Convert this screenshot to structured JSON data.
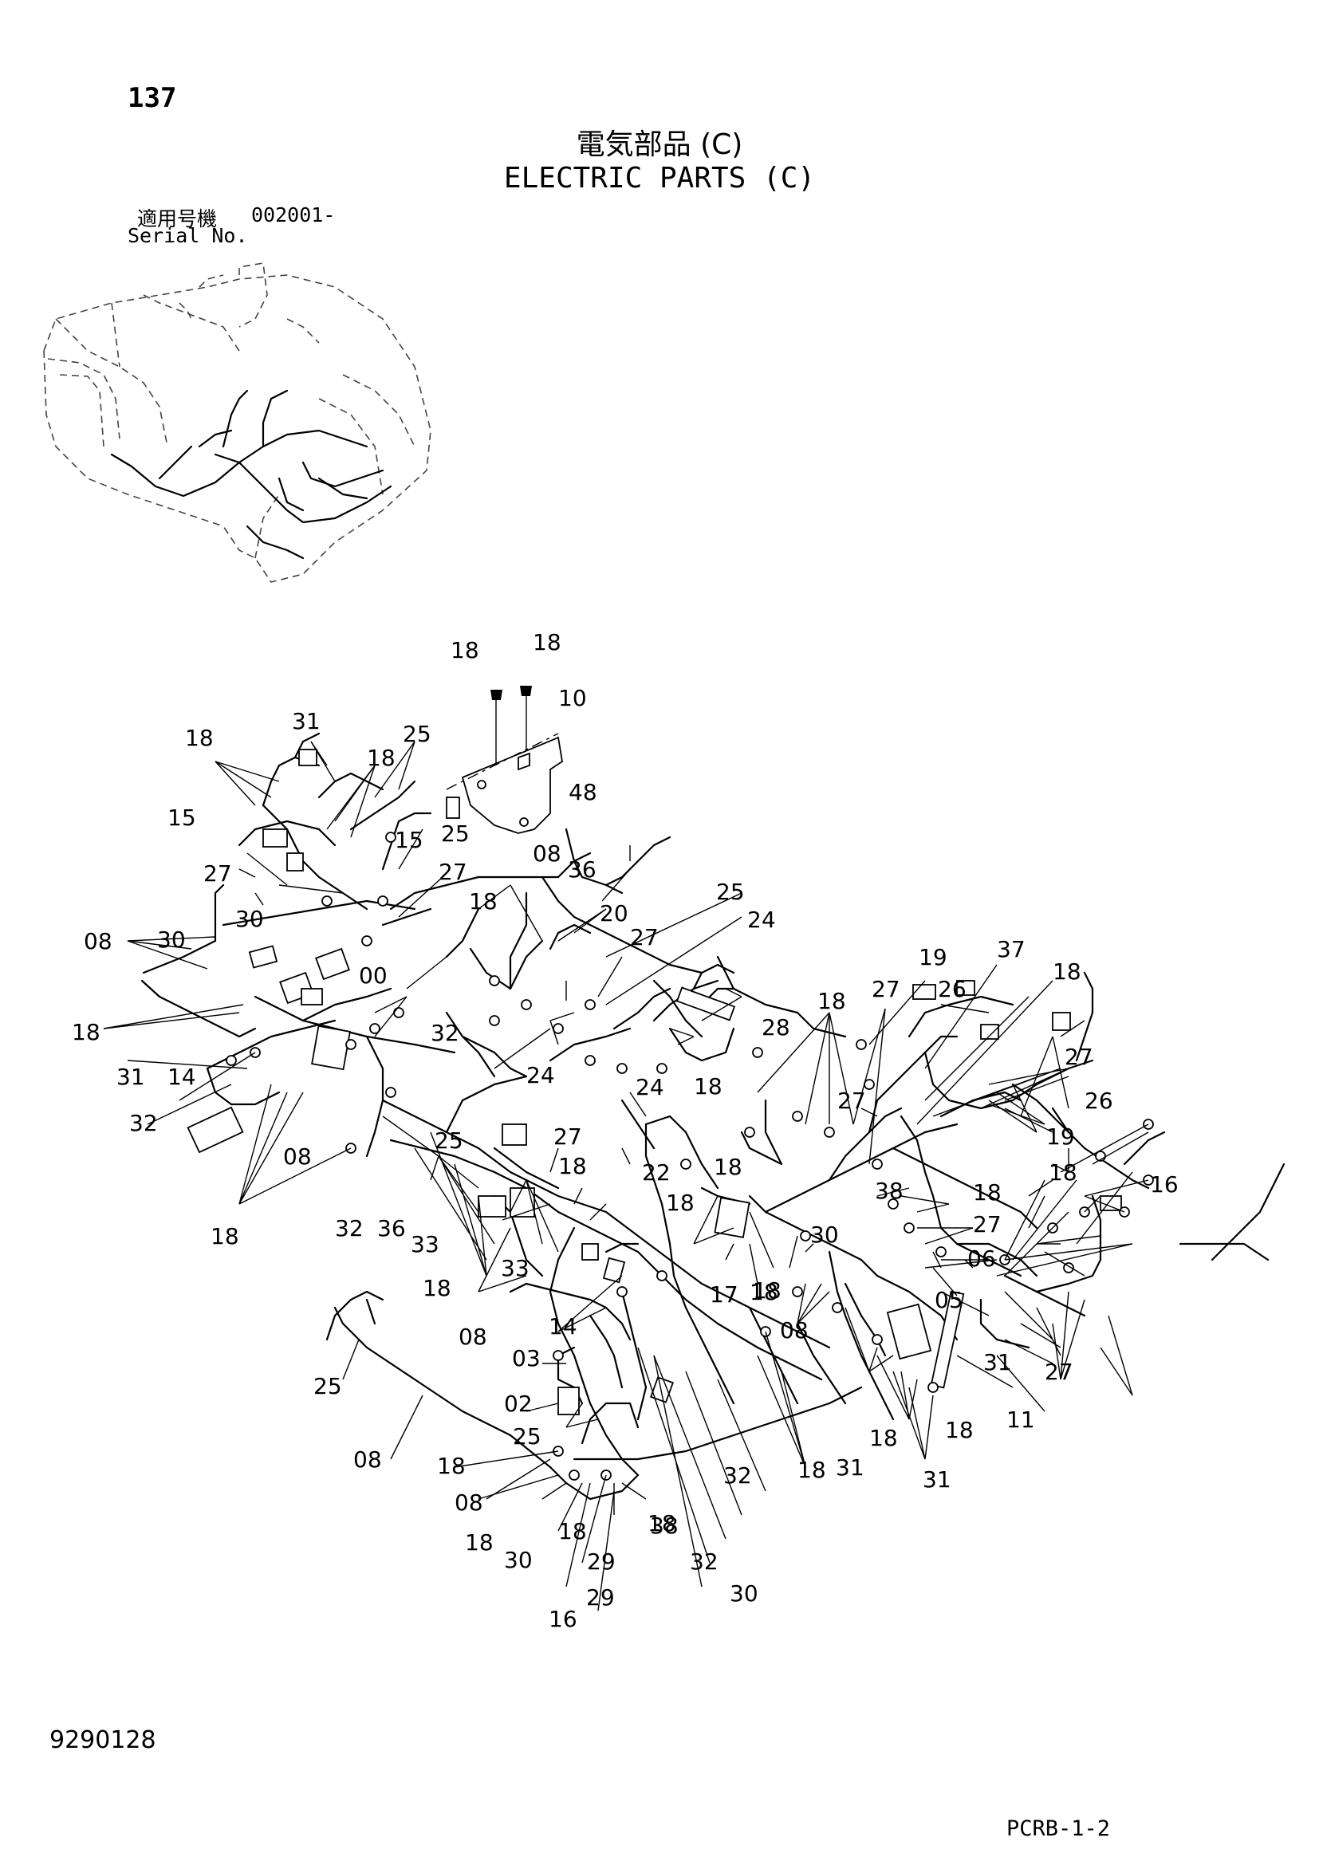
{
  "header": {
    "page_number": "137",
    "title_jp": "電気部品 (C)",
    "title_en": "ELECTRIC PARTS (C)",
    "serial_label_jp": "適用号機",
    "serial_value": "002001-",
    "serial_label_en": "Serial No."
  },
  "footer": {
    "doc_number": "9290128",
    "page_code": "PCRB-1-2"
  },
  "callouts": [
    "18",
    "18",
    "10",
    "48",
    "31",
    "18",
    "18",
    "25",
    "15",
    "15",
    "25",
    "27",
    "27",
    "30",
    "30",
    "08",
    "08",
    "36",
    "25",
    "24",
    "20",
    "27",
    "18",
    "00",
    "32",
    "18",
    "31",
    "14",
    "32",
    "08",
    "18",
    "28",
    "18",
    "18",
    "27",
    "19",
    "37",
    "26",
    "18",
    "27",
    "26",
    "19",
    "27",
    "24",
    "24",
    "25",
    "27",
    "22",
    "18",
    "18",
    "32",
    "36",
    "33",
    "33",
    "18",
    "08",
    "18",
    "30",
    "18",
    "17",
    "18",
    "38",
    "18",
    "27",
    "18",
    "16",
    "06",
    "05",
    "08",
    "27",
    "31",
    "11",
    "18",
    "14",
    "03",
    "02",
    "25",
    "25",
    "08",
    "18",
    "08",
    "18",
    "30",
    "18",
    "38",
    "29",
    "16",
    "29",
    "32",
    "30",
    "18",
    "18",
    "31",
    "32",
    "18",
    "31"
  ]
}
